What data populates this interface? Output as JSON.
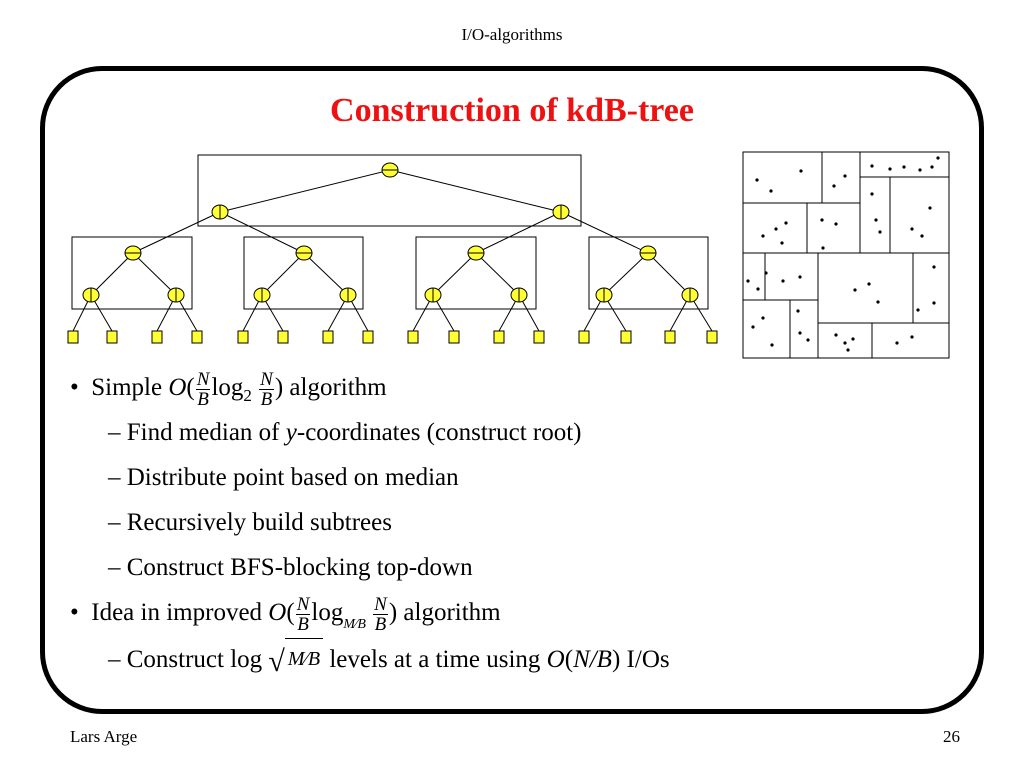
{
  "header": {
    "course": "I/O-algorithms"
  },
  "title": "Construction of kdB-tree",
  "bullets": {
    "b1": {
      "prefix": "Simple",
      "complexity": "O(N/B log2 N/B)",
      "suffix": "algorithm"
    },
    "s1": "– Find median of y-coordinates (construct root)",
    "s2": "– Distribute point based on median",
    "s3": "– Recursively build subtrees",
    "s4": "– Construct BFS-blocking top-down",
    "b2": {
      "prefix": "Idea in improved",
      "complexity": "O(N/B log_{M/B} N/B)",
      "suffix": "algorithm"
    },
    "s5": {
      "prefix": "– Construct",
      "expr": "log sqrt(M/B)",
      "suffix": "levels at a time using",
      "io": "O(N/B) I/Os"
    }
  },
  "footer": {
    "author": "Lars Arge",
    "page": "26"
  },
  "colors": {
    "title": "#ee1111",
    "node_fill": "#ffff33",
    "leaf_fill": "#ffff33"
  }
}
